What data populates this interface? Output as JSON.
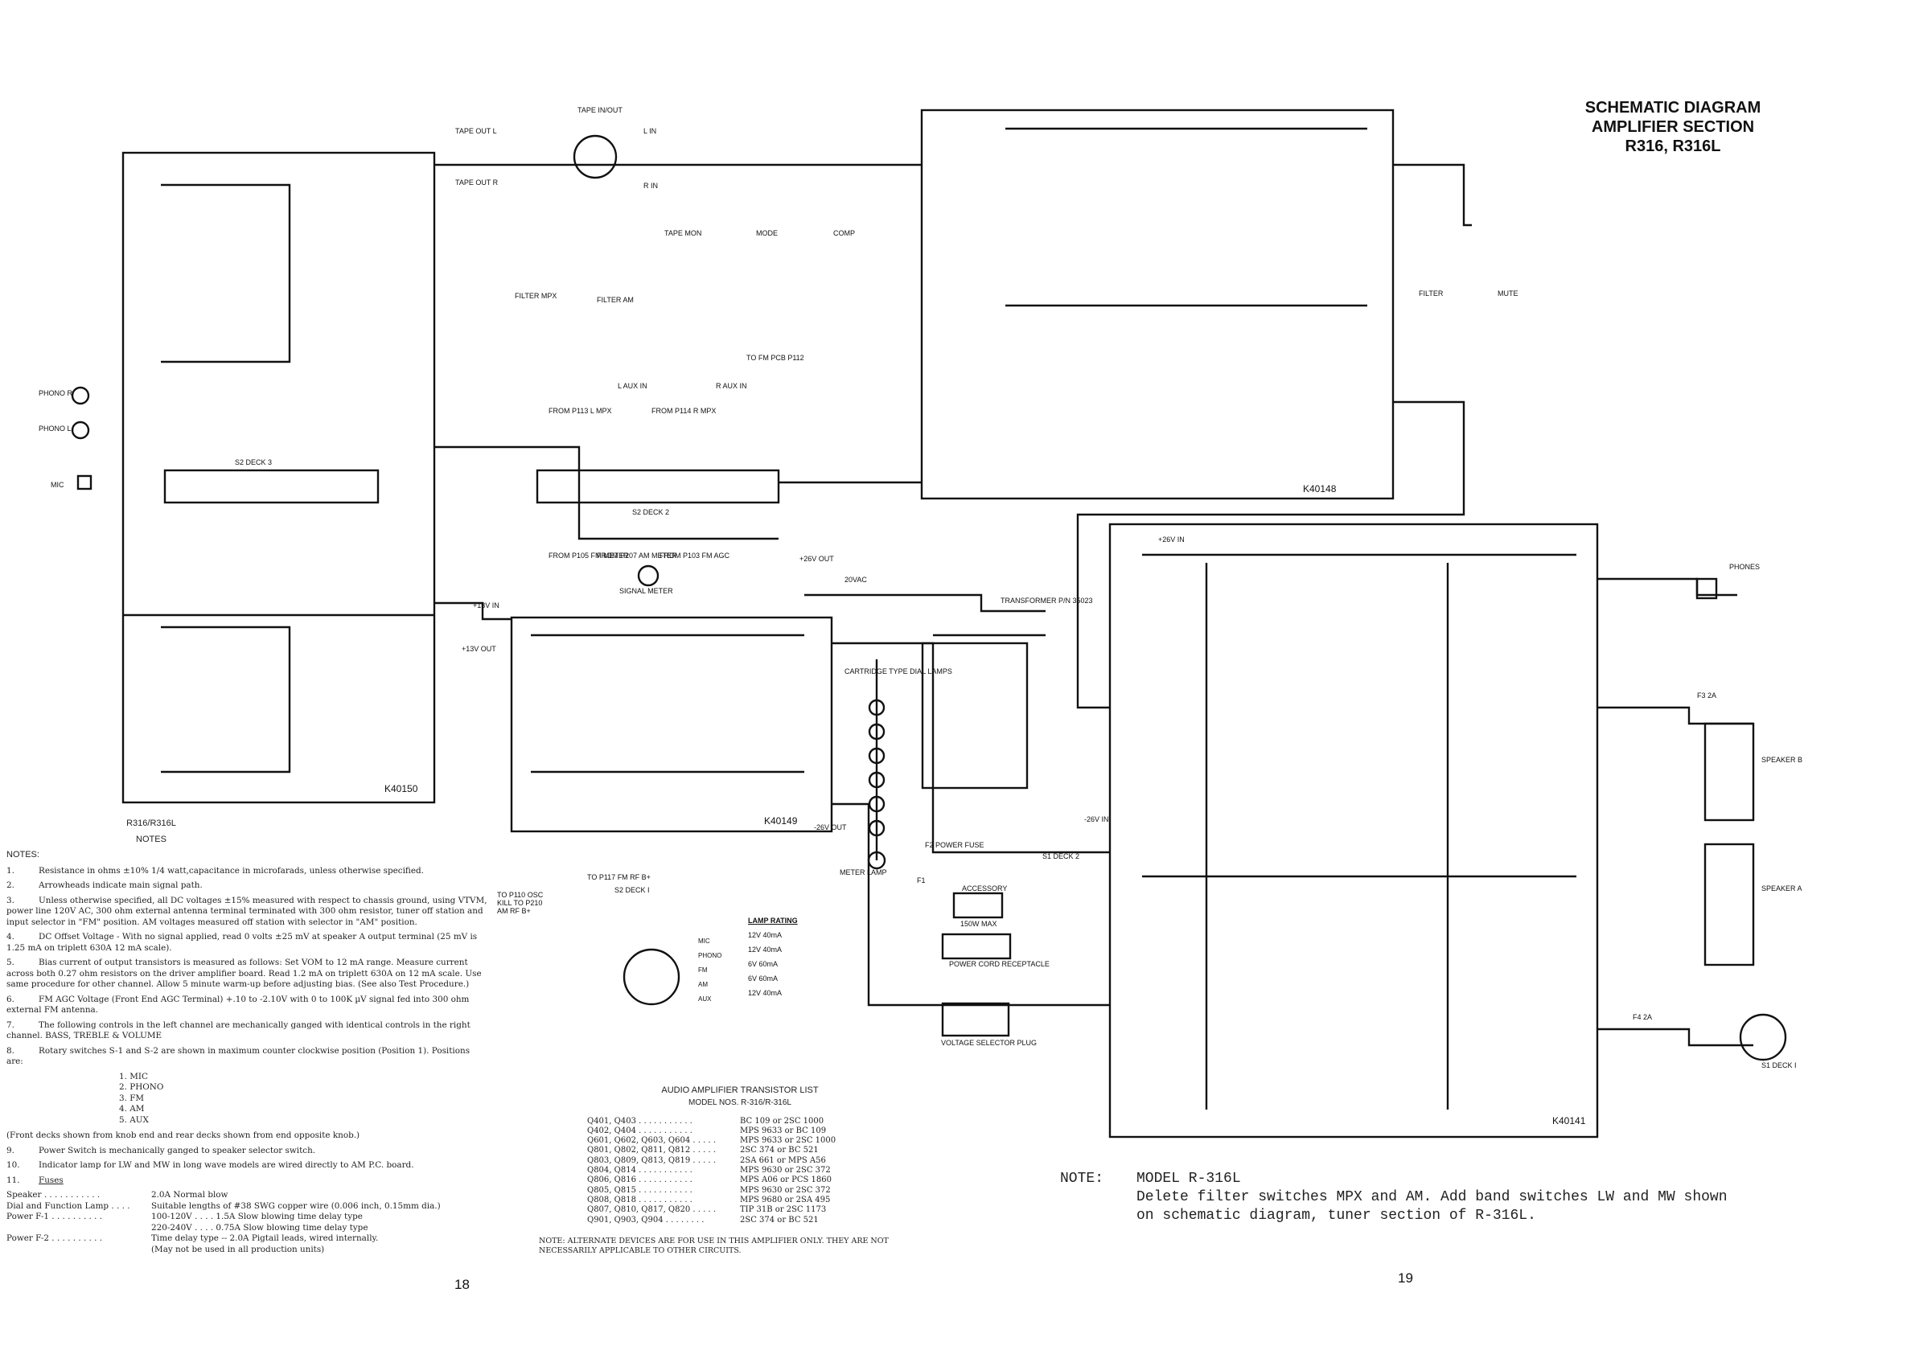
{
  "title": {
    "line1": "SCHEMATIC DIAGRAM",
    "line2": "AMPLIFIER SECTION",
    "line3": "R316, R316L"
  },
  "board_ids": [
    "K40150",
    "K40148",
    "K40149",
    "K40141"
  ],
  "labels": {
    "tape_in_out": "TAPE IN/OUT",
    "tape_out_l": "TAPE OUT L",
    "tape_out_r": "TAPE OUT R",
    "l_in": "L IN",
    "r_in": "R IN",
    "tape_mon": "TAPE MON",
    "mode": "MODE",
    "comp": "COMP",
    "filter_mpx": "FILTER MPX",
    "filter_am": "FILTER AM",
    "filter_right": "FILTER",
    "mute": "MUTE",
    "phono_r": "PHONO R",
    "phono_l": "PHONO L",
    "mic": "MIC",
    "s2_deck3": "S2 DECK 3",
    "s2_deck2": "S2 DECK 2",
    "l_aux_in": "L AUX IN",
    "r_aux_in": "R AUX IN",
    "from_p113": "FROM P113 L MPX",
    "from_p114": "FROM P114 R MPX",
    "to_fm_pcb": "TO FM PCB P112",
    "from_p105": "FROM P105 FM METER",
    "from_p207": "FROM P207 AM METER",
    "from_p103": "FROM P103 FM AGC",
    "signal_meter": "SIGNAL METER",
    "v13_in": "+13V IN",
    "v13_out": "+13V OUT",
    "v26_out": "+26V OUT",
    "vneg26_out": "-26V OUT",
    "v26_in": "+26V IN",
    "vneg26_in": "-26V IN",
    "transformer": "TRANSFORMER P/N 35023",
    "ac20": "20VAC",
    "cartridge_lamps": "CARTRIDGE TYPE DIAL LAMPS",
    "meter_lamp": "METER LAMP",
    "f1": "F1",
    "f2": "F2 POWER FUSE",
    "accessory": "ACCESSORY",
    "acc_max": "150W MAX",
    "power_cord": "POWER CORD RECEPTACLE",
    "voltage_selector": "VOLTAGE SELECTOR PLUG",
    "s1_deck2": "S1 DECK 2",
    "s2_deck1": "S2 DECK I",
    "to_p117": "TO P117 FM RF B+",
    "to_p110": "TO P110 OSC KILL TO P210 AM RF B+",
    "phones": "PHONES",
    "speaker_b": "SPEAKER B",
    "speaker_a": "SPEAKER A",
    "s1_deck1": "S1 DECK I",
    "f3": "F3 2A",
    "f4": "F4 2A"
  },
  "lamp_rating": {
    "title": "LAMP RATING",
    "rows": [
      "12V 40mA",
      "12V 40mA",
      "6V 60mA",
      "6V 60mA",
      "12V 40mA"
    ],
    "sources": [
      "MIC",
      "PHONO",
      "FM",
      "AM",
      "AUX"
    ]
  },
  "notes": {
    "page_header": "R316/R316L",
    "header": "NOTES",
    "lead": "NOTES:",
    "items": [
      {
        "n": "1.",
        "t": "Resistance in ohms ±10% 1/4 watt,capacitance in microfarads, unless otherwise specified."
      },
      {
        "n": "2.",
        "t": "Arrowheads indicate main signal path."
      },
      {
        "n": "3.",
        "t": "Unless otherwise specified, all DC voltages ±15% measured with respect to chassis ground, using VTVM, power line 120V AC, 300 ohm external antenna terminal terminated with 300 ohm resistor, tuner off station and input selector in \"FM\" position. AM voltages measured off station with selector in \"AM\" position."
      },
      {
        "n": "4.",
        "t": "DC Offset Voltage - With no signal applied, read 0 volts ±25 mV at speaker A output terminal (25 mV is 1.25 mA on triplett 630A 12 mA scale)."
      },
      {
        "n": "5.",
        "t": "Bias current of output transistors is measured as follows: Set VOM to 12 mA range. Measure current across both 0.27 ohm resistors on the driver amplifier board. Read 1.2 mA on triplett 630A on 12 mA scale. Use same procedure for other channel. Allow 5 minute warm-up before adjusting bias. (See also Test Procedure.)"
      },
      {
        "n": "6.",
        "t": "FM AGC Voltage (Front End AGC Terminal) +.10 to -2.10V with 0 to 100K µV signal fed into 300 ohm external FM antenna."
      },
      {
        "n": "7.",
        "t": "The following controls in the left channel are mechanically ganged with identical controls in the right channel. BASS, TREBLE & VOLUME"
      },
      {
        "n": "8.",
        "t": "Rotary switches S-1 and S-2 are shown in maximum counter clockwise position (Position 1). Positions are:"
      },
      {
        "n": "9.",
        "t": "Power Switch is mechanically ganged to speaker selector switch."
      },
      {
        "n": "10.",
        "t": "Indicator lamp for LW and MW in long wave models are wired directly to AM P.C. board."
      },
      {
        "n": "11.",
        "t": "Fuses"
      }
    ],
    "positions": [
      "1.  MIC",
      "2.  PHONO",
      "3.  FM",
      "4.  AM",
      "5.  AUX"
    ],
    "deck_note": "(Front decks shown from knob end and rear decks shown from end opposite knob.)",
    "fuses": [
      {
        "k": "Speaker . . . . . . . . . . .",
        "v": "2.0A Normal blow"
      },
      {
        "k": "Dial and Function Lamp . . . .",
        "v": "Suitable lengths of #38 SWG copper wire (0.006 inch, 0.15mm dia.)"
      },
      {
        "k": "Power F-1 . . . . . . . . . .",
        "v": "100-120V . . . . 1.5A Slow blowing time delay type"
      },
      {
        "k": "",
        "v": "220-240V . . . . 0.75A Slow blowing time delay type"
      },
      {
        "k": "Power F-2 . . . . . . . . . .",
        "v": "Time delay type -- 2.0A Pigtail leads, wired internally."
      },
      {
        "k": "",
        "v": "(May not be used in all production units)"
      }
    ]
  },
  "transistor_list": {
    "title": "AUDIO AMPLIFIER TRANSISTOR LIST",
    "subtitle": "MODEL NOS. R-316/R-316L",
    "rows": [
      {
        "q": "Q401, Q403 . . . . . . . . . . .",
        "p": "BC 109 or 2SC 1000"
      },
      {
        "q": "Q402, Q404 . . . . . . . . . . .",
        "p": "MPS 9633 or BC 109"
      },
      {
        "q": "Q601, Q602, Q603, Q604 . . . . .",
        "p": "MPS 9633 or 2SC 1000"
      },
      {
        "q": "Q801, Q802, Q811, Q812 . . . . .",
        "p": "2SC 374 or BC 521"
      },
      {
        "q": "Q803, Q809, Q813, Q819 . . . . .",
        "p": "2SA 661 or MPS A56"
      },
      {
        "q": "Q804, Q814 . . . . . . . . . . .",
        "p": "MPS 9630 or 2SC 372"
      },
      {
        "q": "Q806, Q816 . . . . . . . . . . .",
        "p": "MPS A06 or PCS 1860"
      },
      {
        "q": "Q805, Q815 . . . . . . . . . . .",
        "p": "MPS 9630 or 2SC 372"
      },
      {
        "q": "Q808, Q818 . . . . . . . . . . .",
        "p": "MPS 9680 or 2SA 495"
      },
      {
        "q": "Q807, Q810, Q817, Q820 . . . . .",
        "p": "TIP 31B or 2SC 1173"
      },
      {
        "q": "Q901, Q903, Q904 . . . . . . . .",
        "p": "2SC 374 or BC 521"
      }
    ],
    "footnote": "NOTE: ALTERNATE DEVICES ARE FOR USE IN THIS AMPLIFIER ONLY. THEY ARE NOT NECESSARILY APPLICABLE TO OTHER CIRCUITS."
  },
  "model_note": {
    "label": "NOTE:",
    "line1": "MODEL R-316L",
    "line2": "Delete filter switches MPX and AM. Add band switches LW and MW shown",
    "line3": "on schematic diagram, tuner section of R-316L."
  },
  "page_numbers": {
    "left": "18",
    "right": "19"
  }
}
